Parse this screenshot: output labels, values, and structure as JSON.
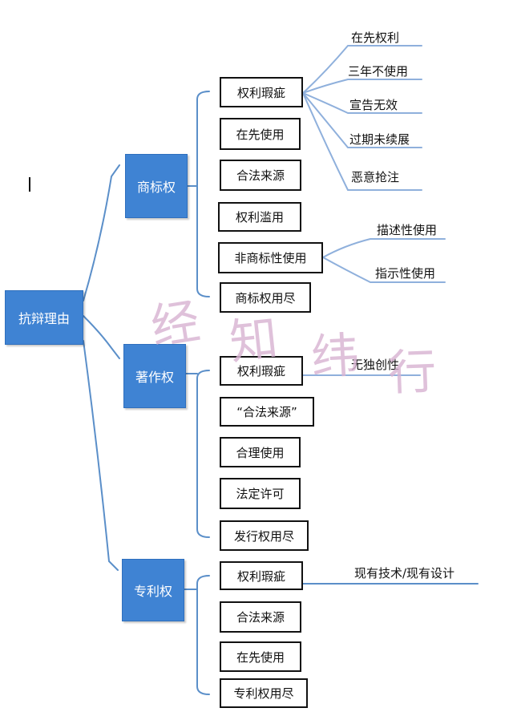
{
  "root": {
    "label": "抗辩理由"
  },
  "trademark": {
    "label": "商标权",
    "items": [
      {
        "label": "权利瑕疵",
        "children": [
          "在先权利",
          "三年不使用",
          "宣告无效",
          "过期未续展",
          "恶意抢注"
        ]
      },
      {
        "label": "在先使用"
      },
      {
        "label": "合法来源"
      },
      {
        "label": "权利滥用"
      },
      {
        "label": "非商标性使用",
        "children": [
          "描述性使用",
          "指示性使用"
        ]
      },
      {
        "label": "商标权用尽"
      }
    ]
  },
  "copyright": {
    "label": "著作权",
    "items": [
      {
        "label": "权利瑕疵",
        "children": [
          "无独创性"
        ]
      },
      {
        "label": "“合法来源”"
      },
      {
        "label": "合理使用"
      },
      {
        "label": "法定许可"
      },
      {
        "label": "发行权用尽"
      }
    ]
  },
  "patent": {
    "label": "专利权",
    "items": [
      {
        "label": "权利瑕疵",
        "children": [
          "现有技术/现有设计"
        ]
      },
      {
        "label": "合法来源"
      },
      {
        "label": "在先使用"
      },
      {
        "label": "专利权用尽"
      }
    ]
  },
  "watermark": [
    "经",
    "知",
    "纬",
    "行"
  ],
  "colors": {
    "category_fill": "#3f83d3",
    "connector": "#5b8fc9",
    "fan_connector": "#8fb0dc",
    "watermark": "#d8b4d3"
  }
}
